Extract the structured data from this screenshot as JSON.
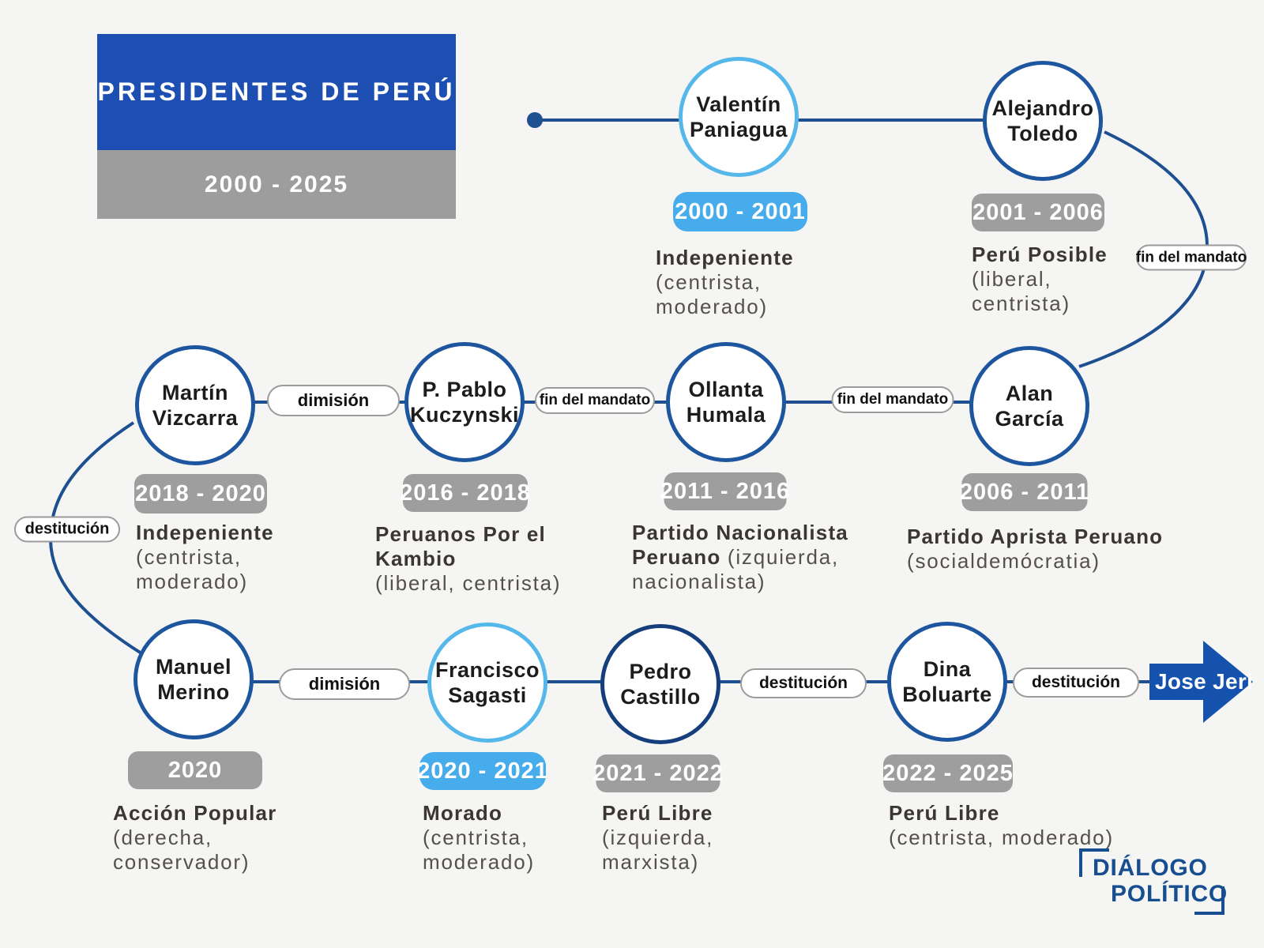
{
  "title": {
    "heading": "PRESIDENTES DE PERÚ",
    "subheading": "2000 - 2025"
  },
  "colors": {
    "background": "#f5f5f3",
    "title_blue": "#1d4fb2",
    "title_gray": "#9d9d9d",
    "circle_dark_blue": "#1d569f",
    "circle_darker_blue": "#153e7d",
    "circle_light_blue": "#55b7ea",
    "badge_blue": "#47acec",
    "badge_gray": "#9e9e9e",
    "timeline_line": "#1d4f91",
    "arrow_blue": "#1552ae",
    "logo_blue": "#174e8f"
  },
  "presidents": [
    {
      "id": "paniagua",
      "name1": "Valentín",
      "name2": "Paniagua",
      "term": "2000 - 2001",
      "circle_style": "light",
      "badge_style": "light",
      "desc": [
        {
          "b": "Indepeniente",
          "r": ""
        },
        {
          "b": "",
          "r": "(centrista,"
        },
        {
          "b": "",
          "r": "moderado)"
        }
      ]
    },
    {
      "id": "toledo",
      "name1": "Alejandro",
      "name2": "Toledo",
      "term": "2001 - 2006",
      "circle_style": "dark",
      "badge_style": "gray",
      "desc": [
        {
          "b": "Perú Posible",
          "r": ""
        },
        {
          "b": "",
          "r": "(liberal,"
        },
        {
          "b": "",
          "r": "centrista)"
        }
      ]
    },
    {
      "id": "vizcarra",
      "name1": "Martín",
      "name2": "Vizcarra",
      "term": "2018 - 2020",
      "circle_style": "dark",
      "badge_style": "gray",
      "desc": [
        {
          "b": "Indepeniente",
          "r": ""
        },
        {
          "b": "",
          "r": "(centrista,"
        },
        {
          "b": "",
          "r": "moderado)"
        }
      ]
    },
    {
      "id": "kuczynski",
      "name1": "P. Pablo",
      "name2": "Kuczynski",
      "term": "2016 - 2018",
      "circle_style": "dark",
      "badge_style": "gray",
      "desc": [
        {
          "b": "Peruanos Por el",
          "r": ""
        },
        {
          "b": "Kambio",
          "r": ""
        },
        {
          "b": "",
          "r": "(liberal, centrista)"
        }
      ]
    },
    {
      "id": "humala",
      "name1": "Ollanta",
      "name2": "Humala",
      "term": "2011 - 2016",
      "circle_style": "dark",
      "badge_style": "gray",
      "desc": [
        {
          "b": "Partido Nacionalista",
          "r": ""
        },
        {
          "b": "Peruano ",
          "r": "(izquierda,"
        },
        {
          "b": "",
          "r": "nacionalista)"
        }
      ]
    },
    {
      "id": "garcia",
      "name1": "Alan",
      "name2": "García",
      "term": "2006 - 2011",
      "circle_style": "dark",
      "badge_style": "gray",
      "desc": [
        {
          "b": "Partido Aprista Peruano",
          "r": ""
        },
        {
          "b": "",
          "r": "(socialdemócratia)"
        }
      ]
    },
    {
      "id": "merino",
      "name1": "Manuel",
      "name2": "Merino",
      "term": "2020",
      "circle_style": "dark",
      "badge_style": "gray",
      "desc": [
        {
          "b": "Acción Popular",
          "r": ""
        },
        {
          "b": "",
          "r": "(derecha,"
        },
        {
          "b": "",
          "r": "conservador)"
        }
      ]
    },
    {
      "id": "sagasti",
      "name1": "Francisco",
      "name2": "Sagasti",
      "term": "2020 - 2021",
      "circle_style": "light",
      "badge_style": "light",
      "desc": [
        {
          "b": "Morado",
          "r": ""
        },
        {
          "b": "",
          "r": "(centrista,"
        },
        {
          "b": "",
          "r": "moderado)"
        }
      ]
    },
    {
      "id": "castillo",
      "name1": "Pedro",
      "name2": "Castillo",
      "term": "2021 - 2022",
      "circle_style": "darker",
      "badge_style": "gray",
      "desc": [
        {
          "b": "Perú Libre",
          "r": ""
        },
        {
          "b": "",
          "r": "(izquierda,"
        },
        {
          "b": "",
          "r": "marxista)"
        }
      ]
    },
    {
      "id": "boluarte",
      "name1": "Dina",
      "name2": "Boluarte",
      "term": "2022 - 2025",
      "circle_style": "dark",
      "badge_style": "gray",
      "desc": [
        {
          "b": "Perú Libre",
          "r": ""
        },
        {
          "b": "",
          "r": "(centrista, moderado)"
        }
      ]
    }
  ],
  "connectors": {
    "toledo_garcia": "fin del mandato",
    "vizcarra_ppk": "dimisión",
    "ppk_humala": "fin del mandato",
    "humala_garcia": "fin del mandato",
    "vizcarra_merino": "destitución",
    "merino_sagasti": "dimisión",
    "castillo_boluarte": "destitución",
    "boluarte_jeri": "destitución"
  },
  "next_president": {
    "label": "Jose Jeri"
  },
  "logo": {
    "line1": "DIÁLOGO",
    "line2": "POLÍTICO"
  }
}
